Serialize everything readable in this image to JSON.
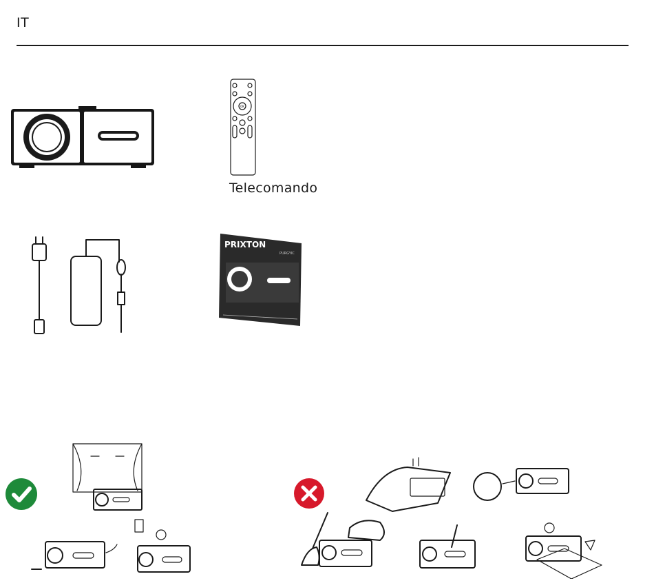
{
  "header": {
    "language_code": "IT"
  },
  "contents": {
    "remote_caption": "Telecomando",
    "manual": {
      "brand": "PRIXTON",
      "model": "PURGYIC"
    },
    "remote_buttons": {
      "ok": "OK"
    }
  },
  "icons": {
    "check": {
      "name": "check-circle-icon",
      "color": "#1e8a3a"
    },
    "cross": {
      "name": "x-circle-icon",
      "color": "#d7192b"
    }
  }
}
